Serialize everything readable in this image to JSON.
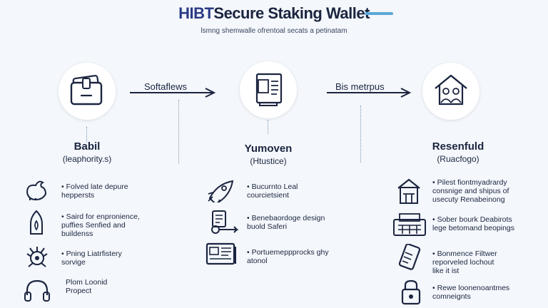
{
  "header": {
    "title_brand": "HIBT",
    "title_rest": "Secure Staking Wallet",
    "subtitle": "lsmng shemwalle ofrentoal secats a petinatam"
  },
  "arrows": [
    {
      "label": "Softaflews"
    },
    {
      "label": "Bis metrpus"
    }
  ],
  "columns": [
    {
      "title": "Babil",
      "subtitle": "(leaphority.s)",
      "icon": "wallet-icon",
      "items": [
        {
          "icon": "rooster-icon",
          "text": "Folved late depure\nheppersts"
        },
        {
          "icon": "bullet-icon",
          "text": "Saird for enpronience,\npuffies Senfied and\nbuildenss"
        },
        {
          "icon": "ornament-icon",
          "text": "Pning Liatrfistery\nsorvige"
        },
        {
          "icon": "headset-icon",
          "text": "Plom Loonid\nPropect"
        }
      ]
    },
    {
      "title": "Yumoven",
      "subtitle": "(Htustice)",
      "icon": "document-icon",
      "items": [
        {
          "icon": "rocket-icon",
          "text": "Bucurnto Leal\ncourcietsient"
        },
        {
          "icon": "tools-icon",
          "text": "Benebaordoge design\nbuold Saferi"
        },
        {
          "icon": "monitor-icon",
          "text": "Portuemeppprocks ghy\natonol"
        }
      ]
    },
    {
      "title": "Resenfuld",
      "subtitle": "(Ruacfogo)",
      "icon": "home-people-icon",
      "items": [
        {
          "icon": "house-icon",
          "text": "Pilest fiontmyadrardy\nconsnige and shipus of\nusecuty Renabeinong"
        },
        {
          "icon": "printer-icon",
          "text": "Sober bourk Deabirots\nlege betomand beopings"
        },
        {
          "icon": "phone-icon",
          "text": "Bonmence Filtwer\nreporveled lochout\nlike it ist"
        },
        {
          "icon": "lock-icon",
          "text": "Rewe loonenoantmes\ncomneignts"
        }
      ]
    }
  ]
}
